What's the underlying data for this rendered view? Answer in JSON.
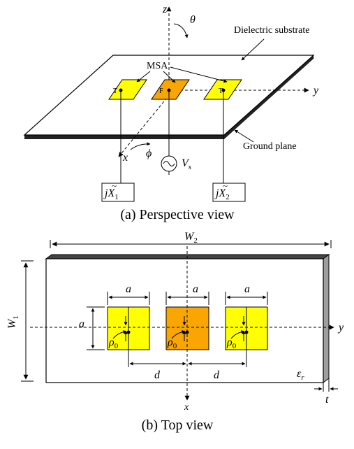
{
  "figure": {
    "perspective": {
      "caption": "(a) Perspective view",
      "axis_z": "z",
      "axis_y": "y",
      "axis_x": "x",
      "theta": "θ",
      "phi": "ϕ",
      "substrate_label": "Dielectric substrate",
      "msa_label": "MSA",
      "ground_label": "Ground plane",
      "patch_left_mark": "T",
      "patch_center_mark": "F",
      "patch_right_mark": "T",
      "source_v": "V",
      "source_sub": "s",
      "load1_j": "j",
      "load1_x": "X",
      "load1_tilde": "~",
      "load1_sub": "1",
      "load2_j": "j",
      "load2_x": "X",
      "load2_tilde": "~",
      "load2_sub": "2"
    },
    "top": {
      "caption": "(b) Top view",
      "w2_main": "W",
      "w2_sub": "2",
      "w1_main": "W",
      "w1_sub": "1",
      "a_left": "a",
      "a_center": "a",
      "a_right": "a",
      "a_vertical": "a",
      "d_left": "d",
      "d_right": "d",
      "axis_y": "y",
      "axis_x": "x",
      "rho_main": "ρ",
      "rho_sub": "0",
      "eps_main": "ε",
      "eps_sub": "r",
      "thickness": "t"
    },
    "colors": {
      "patch_yellow": "#FFFF00",
      "patch_orange": "#F9A602",
      "line": "#000000",
      "ground_grey": "#9e9e9e"
    }
  }
}
